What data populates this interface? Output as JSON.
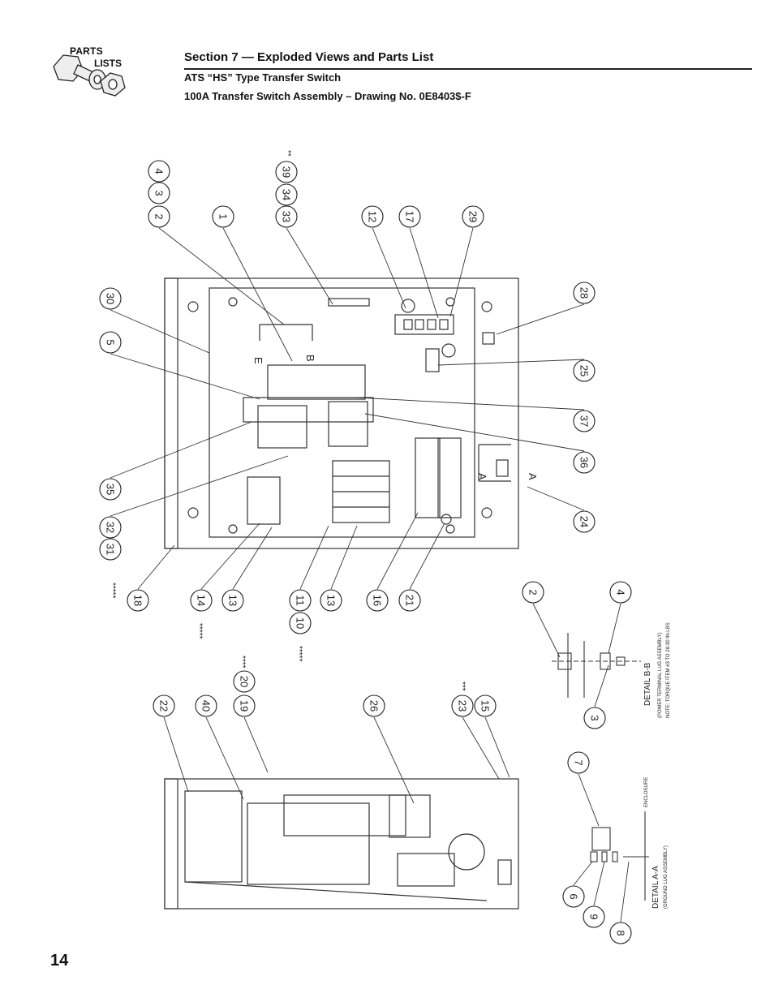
{
  "header": {
    "section_title": "Section 7 — Exploded Views and Parts List",
    "subtitle": "ATS “HS” Type Transfer Switch",
    "drawing_title": "100A Transfer Switch Assembly – Drawing No. 0E8403$-F"
  },
  "logo": {
    "line1": "PARTS",
    "line2": "LISTS"
  },
  "page_number": "14",
  "stars": {
    "s5a": "*****",
    "s5b": "*****",
    "s5c": "*****",
    "s4": "****",
    "s3": "***",
    "s2": "**"
  },
  "section_letters": {
    "e": "E",
    "b": "B",
    "a1": "A",
    "a2": "A"
  },
  "details": {
    "bb_title": "DETAIL B-B",
    "bb_note1": "(POWER TERMINAL LUG ASSEMBLY)",
    "bb_note2": "NOTE: TORQUE ITEM #3 TO 28-30 IN-LBS",
    "aa_title": "DETAIL A-A",
    "aa_note": "(GROUND LUG ASSEMBLY)",
    "enclosure": "ENCLOSURE"
  },
  "callouts": [
    "2",
    "3",
    "4",
    "1",
    "33",
    "34",
    "39",
    "12",
    "17",
    "29",
    "30",
    "5",
    "28",
    "25",
    "37",
    "36",
    "24",
    "35",
    "32",
    "31",
    "18",
    "14",
    "13",
    "10",
    "11",
    "13",
    "16",
    "21",
    "22",
    "40",
    "19",
    "20",
    "26",
    "23",
    "15",
    "2",
    "4",
    "3",
    "7",
    "6",
    "9",
    "8"
  ]
}
